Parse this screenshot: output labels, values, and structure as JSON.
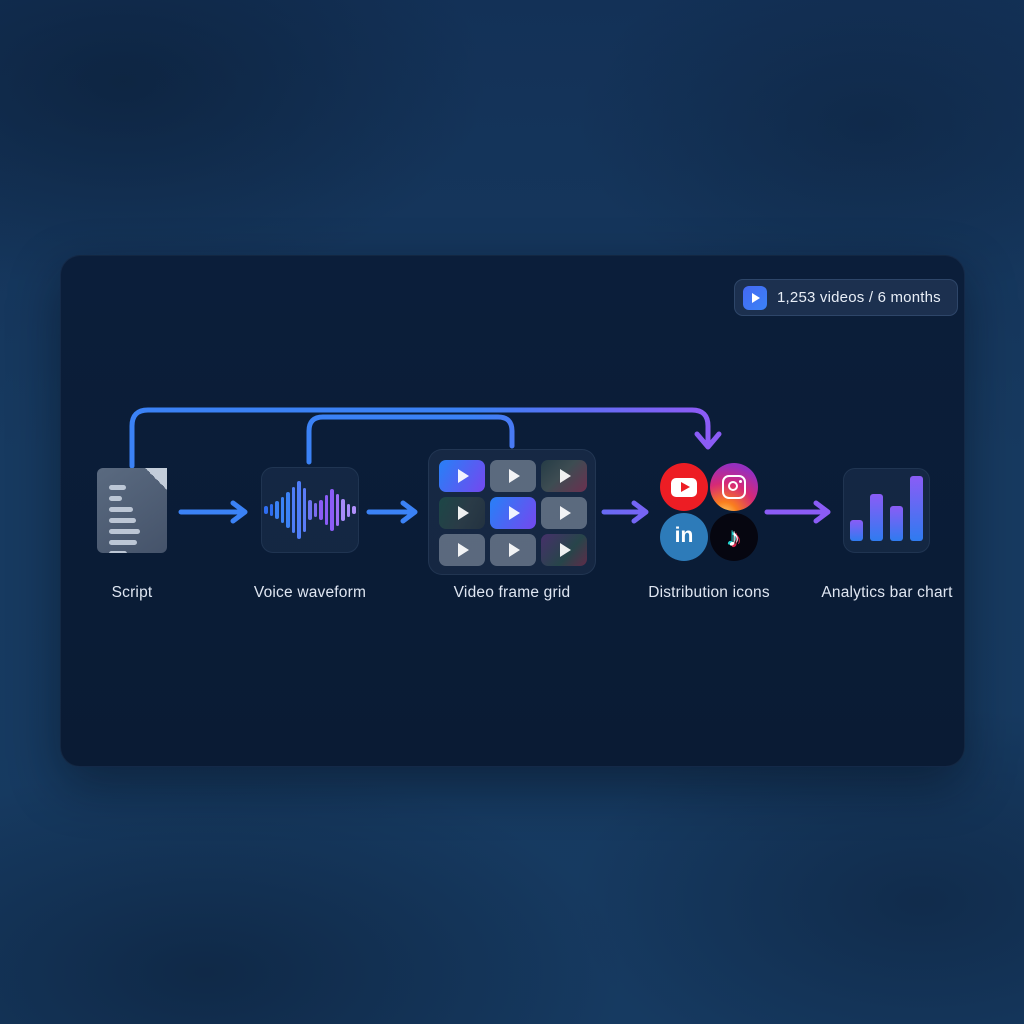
{
  "badge": {
    "text": "1,253 videos / 6 months",
    "icon": "play"
  },
  "stages": [
    {
      "label": "Script"
    },
    {
      "label": "Voice waveform"
    },
    {
      "label": "Video frame grid"
    },
    {
      "label": "Distribution icons"
    },
    {
      "label": "Analytics bar chart"
    }
  ],
  "script_doc": {
    "line_widths_pct": [
      38,
      30,
      55,
      62,
      70,
      64,
      40
    ]
  },
  "waveform": {
    "bar_heights": [
      8,
      12,
      18,
      26,
      36,
      46,
      58,
      44,
      20,
      14,
      20,
      30,
      42,
      32,
      22,
      13,
      8
    ],
    "bar_colors": [
      "#2f6df0",
      "#2f6df0",
      "#3b82f6",
      "#3b82f6",
      "#3b82f6",
      "#4f7df8",
      "#4f7df8",
      "#5b7cf7",
      "#6d74f2",
      "#7c6cf0",
      "#8b5cf6",
      "#8b5cf6",
      "#8b5cf6",
      "#9d6ef8",
      "#a78bfa",
      "#a78bfa",
      "#b08ffb"
    ]
  },
  "video_grid": {
    "cells": [
      "accent",
      "gray",
      "dark1",
      "dark2",
      "accent",
      "gray",
      "gray",
      "gray",
      "dark3"
    ]
  },
  "distribution": {
    "platforms": [
      "YouTube",
      "Instagram",
      "LinkedIn",
      "TikTok"
    ],
    "linkedin_text": "in",
    "tiktok_glyph": "♪"
  },
  "analytics": {
    "bar_heights": [
      21,
      47,
      35,
      65
    ]
  },
  "colors": {
    "flow_blue": "#3b82f6",
    "flow_purple": "#8b5cf6",
    "youtube_red": "#ed1d24",
    "linkedin_blue": "#2d7bb9",
    "panel_bg": "#0a1b34",
    "page_bg": "#16355a"
  }
}
